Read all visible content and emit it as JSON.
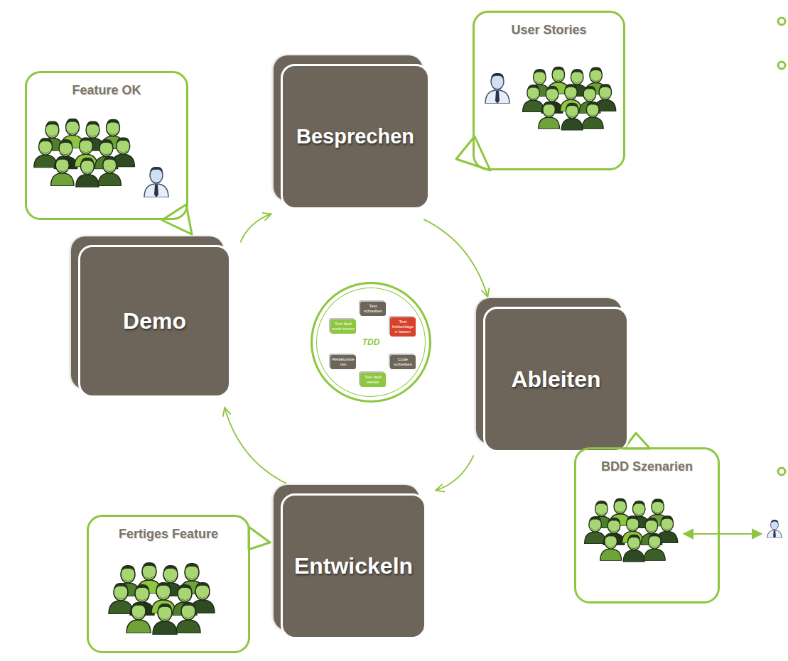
{
  "diagram": {
    "nodes": [
      {
        "text": [
          "Feature OK"
        ]
      },
      {
        "text": [
          "Besprechen"
        ]
      },
      {
        "text": [
          "User Stories"
        ]
      },
      {
        "text": [
          "Demo"
        ]
      },
      {
        "text": [
          "TDD"
        ]
      },
      {
        "text": [
          "Test schreiben"
        ],
        "in": 4
      },
      {
        "text": [
          "Test fehlschlagen lassen"
        ],
        "in": 4
      },
      {
        "text": [
          "Code schreiben"
        ],
        "in": 4
      },
      {
        "text": [
          "Test läuft wieder"
        ],
        "in": 4
      },
      {
        "text": [
          "Refaktorisieren"
        ],
        "in": 4
      },
      {
        "text": [
          "Test läuft noch immer"
        ],
        "in": 4
      },
      {
        "text": [
          "Ableiten"
        ]
      },
      {
        "text": [
          "Fertiges Feature"
        ]
      },
      {
        "text": [
          "Entwickeln"
        ]
      },
      {
        "text": [
          "BDD Szenarien"
        ]
      }
    ],
    "edges": [
      {
        "from": 1,
        "to": 11,
        "arrow": "to"
      },
      {
        "from": 11,
        "to": 13,
        "arrow": "to"
      },
      {
        "from": 13,
        "to": 3,
        "arrow": "to"
      },
      {
        "from": 3,
        "to": 1,
        "arrow": "to"
      },
      {
        "from": 5,
        "to": 6,
        "arrow": "to"
      },
      {
        "from": 6,
        "to": 7,
        "arrow": "to"
      },
      {
        "from": 7,
        "to": 8,
        "arrow": "to"
      },
      {
        "from": 8,
        "to": 9,
        "arrow": "to"
      },
      {
        "from": 9,
        "to": 10,
        "arrow": "to"
      },
      {
        "from": 10,
        "to": 5,
        "arrow": "to"
      }
    ]
  }
}
